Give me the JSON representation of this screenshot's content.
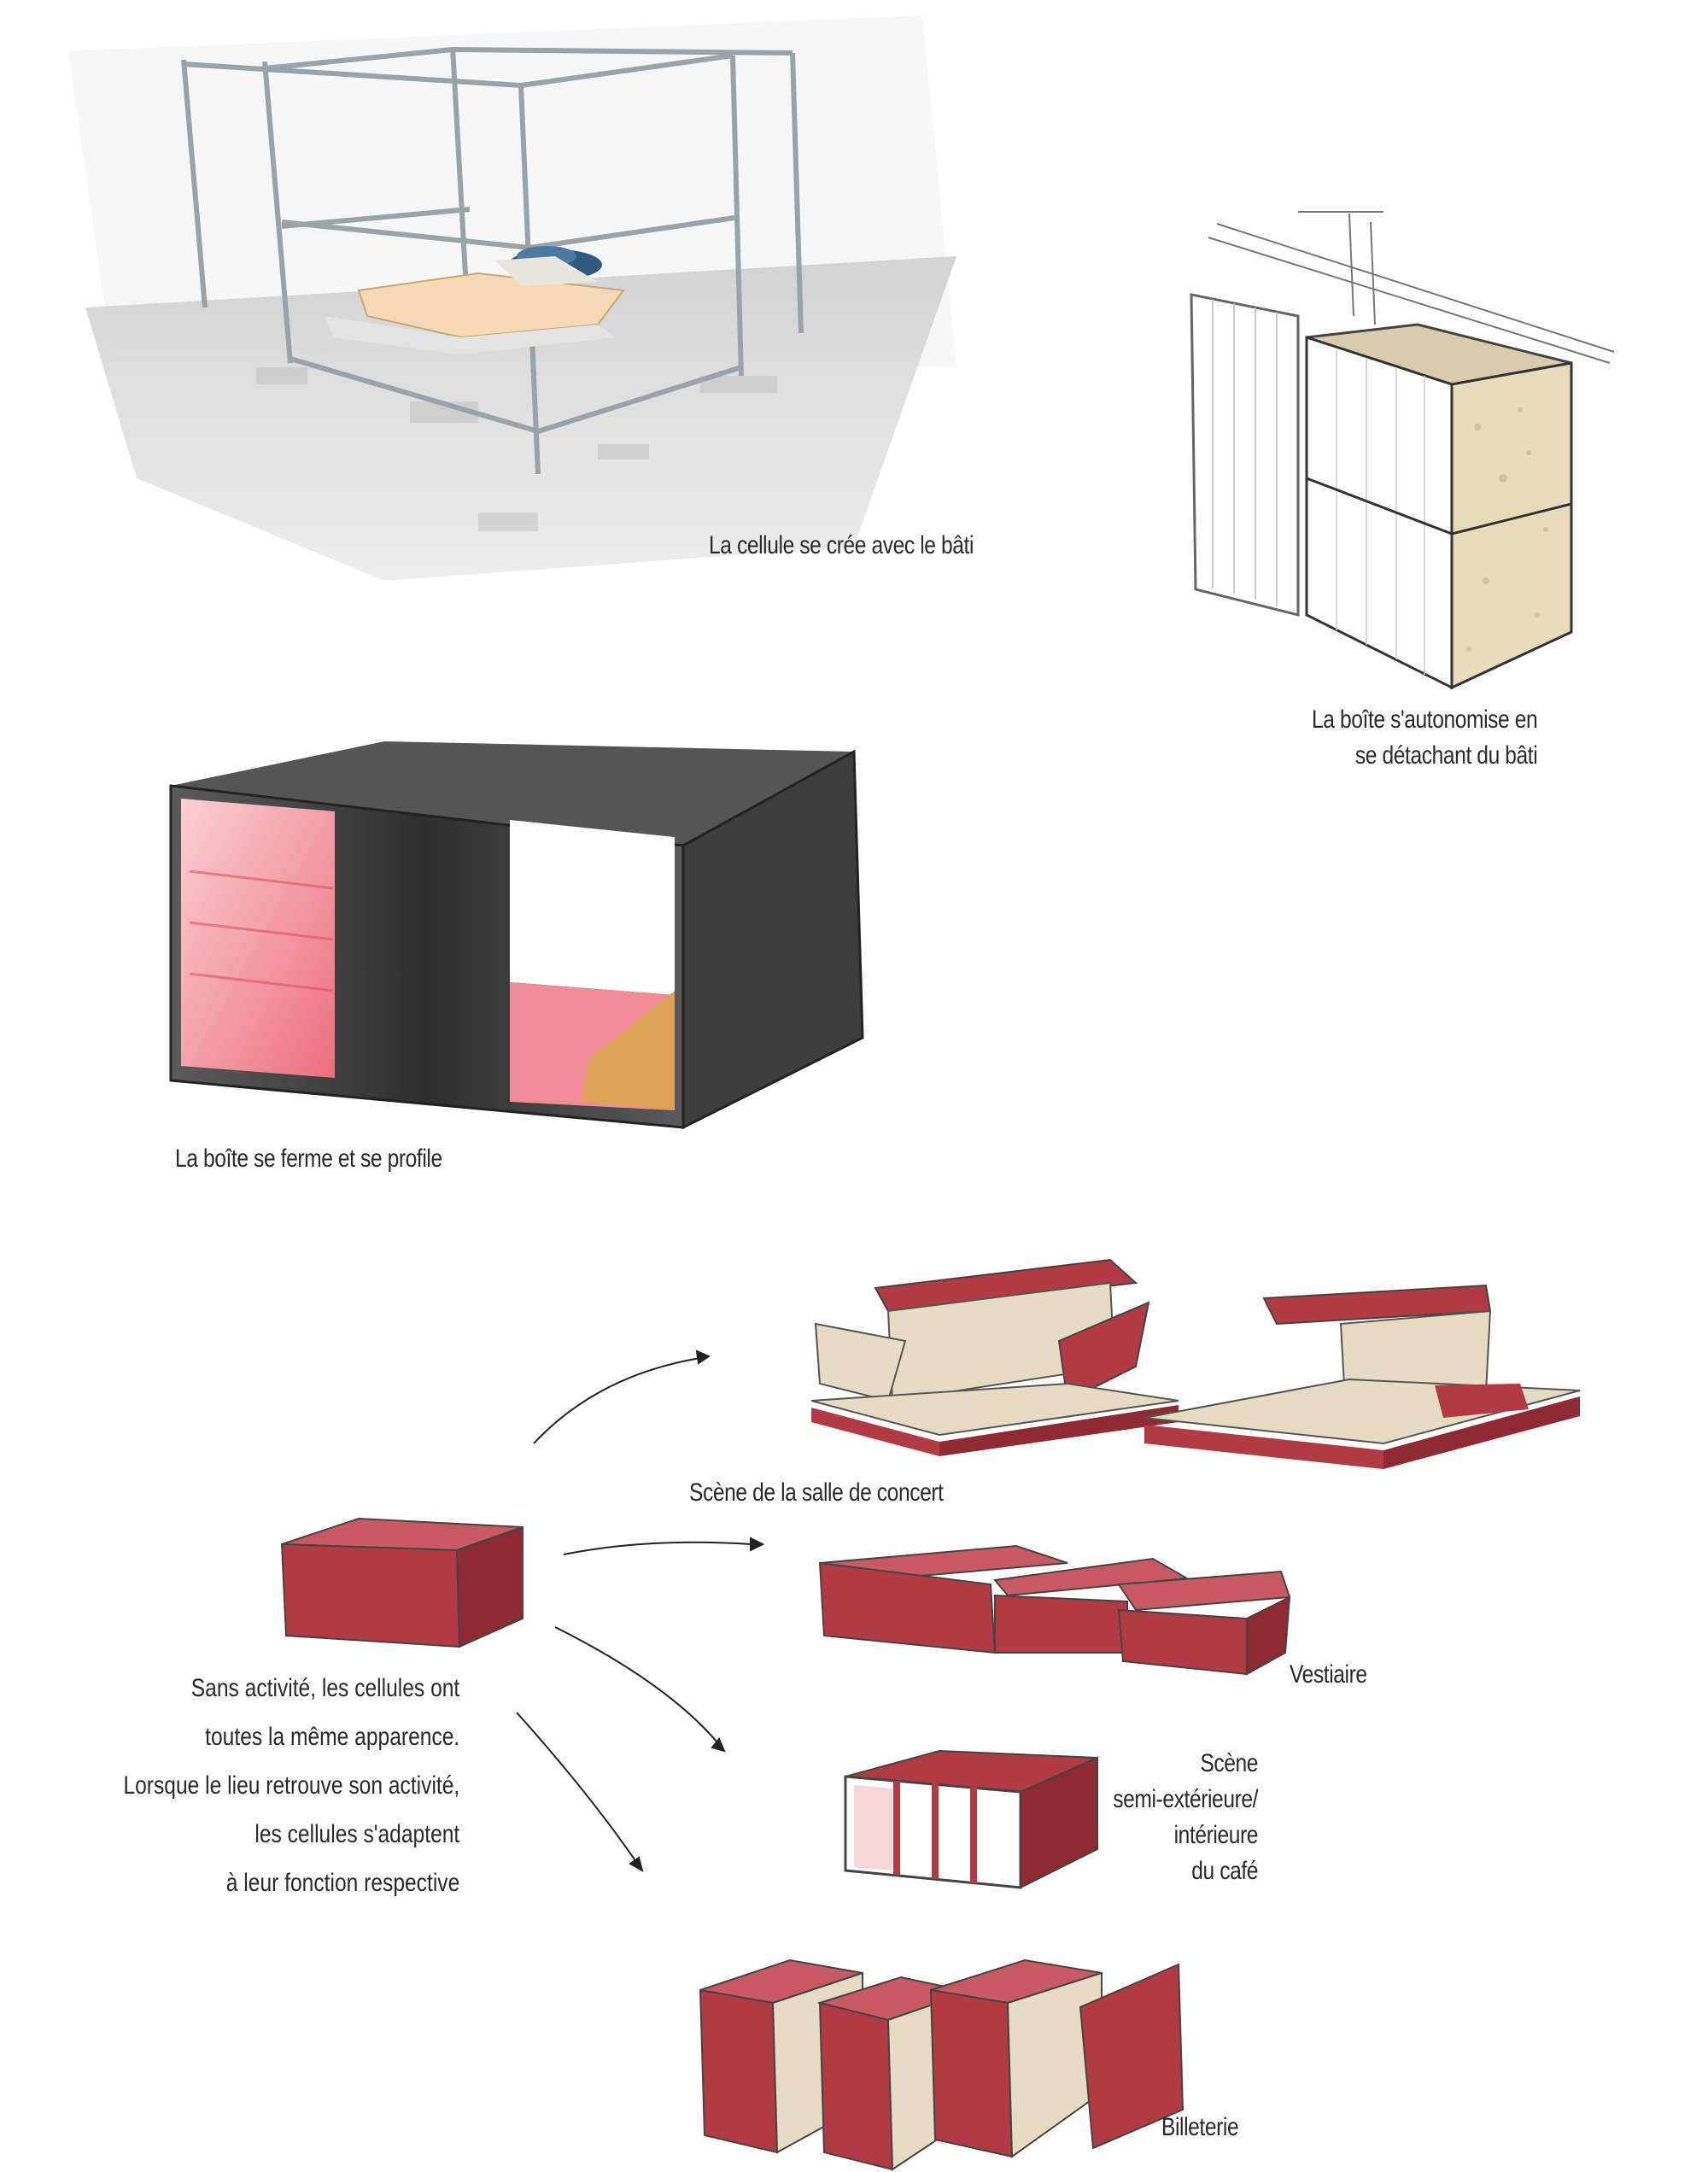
{
  "captions": {
    "cellule_bati": "La cellule se crée avec le bâti",
    "boite_autonomise": [
      "La boîte s'autonomise en",
      "se détachant du bâti"
    ],
    "boite_ferme": "La boîte se ferme et se profile",
    "scene_concert": "Scène de la salle de concert",
    "vestiaire": "Vestiaire",
    "scene_cafe": [
      "Scène",
      "semi-extérieure/",
      "intérieure",
      "du café"
    ],
    "billeterie": "Billeterie"
  },
  "paragraph": [
    "Sans activité, les cellules ont",
    "toutes la même apparence.",
    "Lorsque le lieu retrouve son activité,",
    "les cellules s'adaptent",
    "à leur fonction respective"
  ],
  "colors": {
    "box_red": "#b23a44",
    "box_red_dark": "#8e2a33",
    "osb": "#e6dcc4",
    "dark_box": "#3a3a3a",
    "pink": "#f2a3ad",
    "pipe": "#d8dde0"
  }
}
